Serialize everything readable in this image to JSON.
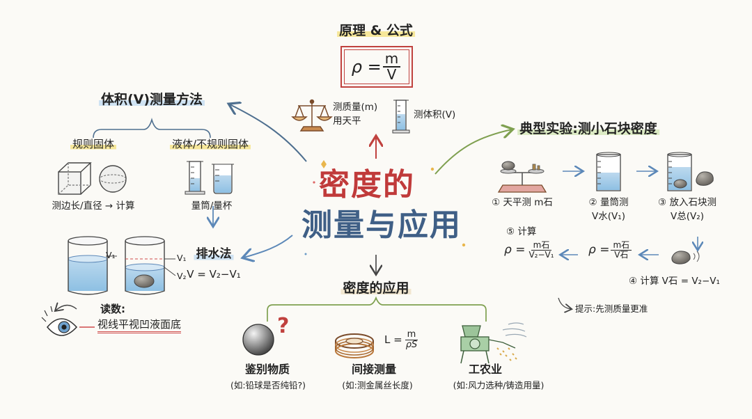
{
  "center_title": {
    "line1": "密度的",
    "line2": "测量与应用"
  },
  "principle": {
    "heading": "原理 & 公式",
    "formula_lhs": "ρ =",
    "formula_num": "m",
    "formula_den": "V"
  },
  "mass_tool": {
    "line1": "测质量(m)",
    "line2": "用天平"
  },
  "volume_tool": {
    "label": "测体积(V)"
  },
  "volume_methods": {
    "heading": "体积(V)测量方法",
    "regular": {
      "heading": "规则固体",
      "label": "测边长/直径 → 计算"
    },
    "liquid": {
      "heading": "液体/不规则固体",
      "label": "量筒/量杯"
    },
    "displacement": {
      "heading": "排水法",
      "formula": "V = V₂−V₁"
    },
    "cylinder_labels": [
      "V₁",
      "V₁",
      "V₂"
    ],
    "reading": {
      "heading": "读数:",
      "label": "视线平视凹液面底"
    }
  },
  "experiment": {
    "heading": "典型实验:测小石块密度",
    "step1": "① 天平测 m石",
    "step2": {
      "line1": "② 量筒测",
      "line2": "V水(V₁)"
    },
    "step3": {
      "line1": "③ 放入石块测",
      "line2": "V总(V₂)"
    },
    "step4": "④ 计算 V石 = V₂−V₁",
    "step5": {
      "label": "⑤ 计算",
      "lhs": "ρ =",
      "num": "m石",
      "den": "V₂−V₁"
    },
    "mid_formula": {
      "lhs": "ρ =",
      "num": "m石",
      "den": "V石"
    },
    "tip": "提示:先测质量更准"
  },
  "applications": {
    "heading": "密度的应用",
    "identify": {
      "label": "鉴别物质",
      "example": "(如:铅球是否纯铅?)",
      "mark": "?"
    },
    "indirect": {
      "label": "间接测量",
      "example": "(如:测金属丝长度)",
      "formula_lhs": "L =",
      "formula_num": "m",
      "formula_den": "ρS"
    },
    "industry": {
      "label": "工农业",
      "example": "(如:风力选种/铸造用量)"
    }
  },
  "colors": {
    "title_red": "#c03a3a",
    "title_blue": "#3f5f86",
    "accent_red": "#c0413e"
  }
}
